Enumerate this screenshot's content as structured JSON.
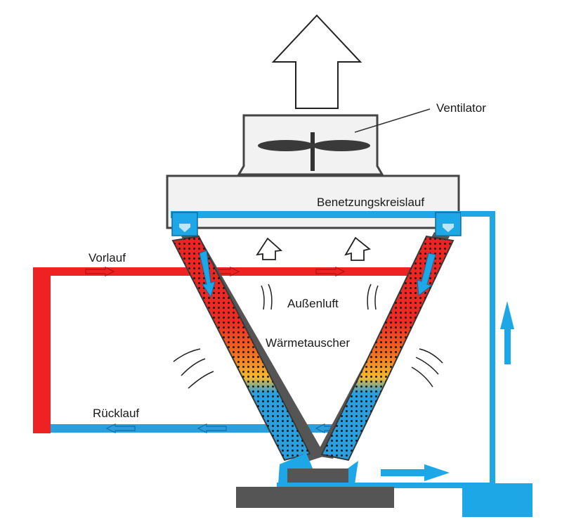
{
  "labels": {
    "ventilator": "Ventilator",
    "benetzungskreislauf": "Benetzungskreislauf",
    "vorlauf": "Vorlauf",
    "aussenluft": "Außenluft",
    "waermetauscher": "Wärmetauscher",
    "ruecklauf": "Rücklauf"
  },
  "colors": {
    "hot": "#ee2222",
    "warm": "#f26a20",
    "mid": "#f6b92a",
    "cool": "#2a9fdf",
    "water": "#1ea7e6",
    "housing_stroke": "#444444",
    "base": "#5a5a5a"
  },
  "icons": [
    "up-arrow-icon",
    "fan-icon",
    "airflow-arrow-icon",
    "flow-arrow-icon",
    "wind-lines-icon"
  ]
}
